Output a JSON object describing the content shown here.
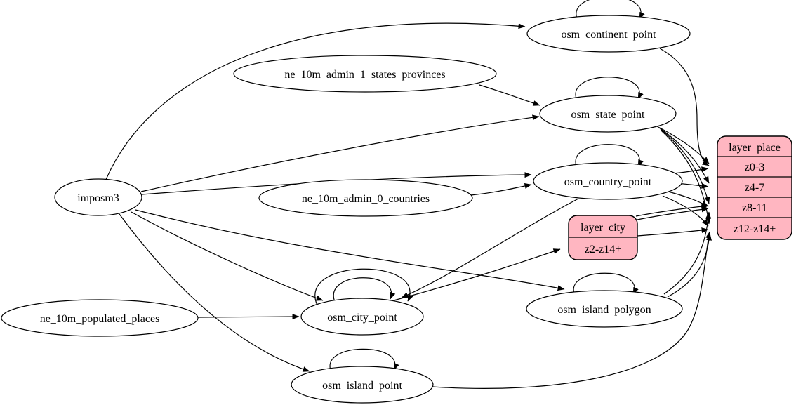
{
  "diagram": {
    "kind": "graphviz-flow-diagram",
    "background_color": "#ffffff",
    "edge_color": "#000000",
    "ellipse_fill": "#ffffff",
    "record_fill": "#ffb6c1",
    "border_color": "#000000"
  },
  "nodes": {
    "imposm3": {
      "label": "imposm3",
      "shape": "ellipse"
    },
    "ne_10m_admin_1_states_provinces": {
      "label": "ne_10m_admin_1_states_provinces",
      "shape": "ellipse"
    },
    "ne_10m_admin_0_countries": {
      "label": "ne_10m_admin_0_countries",
      "shape": "ellipse"
    },
    "ne_10m_populated_places": {
      "label": "ne_10m_populated_places",
      "shape": "ellipse"
    },
    "osm_continent_point": {
      "label": "osm_continent_point",
      "shape": "ellipse",
      "self_loop": true
    },
    "osm_state_point": {
      "label": "osm_state_point",
      "shape": "ellipse",
      "self_loop": true
    },
    "osm_country_point": {
      "label": "osm_country_point",
      "shape": "ellipse",
      "self_loop": true
    },
    "osm_city_point": {
      "label": "osm_city_point",
      "shape": "ellipse",
      "self_loop": true,
      "self_loop_count": 2
    },
    "osm_island_polygon": {
      "label": "osm_island_polygon",
      "shape": "ellipse",
      "self_loop": true
    },
    "osm_island_point": {
      "label": "osm_island_point",
      "shape": "ellipse",
      "self_loop": true
    },
    "layer_city": {
      "label": "layer_city",
      "shape": "record",
      "rows": [
        "z2-z14+"
      ]
    },
    "layer_place": {
      "label": "layer_place",
      "shape": "record",
      "rows": [
        "z0-3",
        "z4-7",
        "z8-11",
        "z12-z14+"
      ]
    }
  },
  "edges": [
    {
      "from": "imposm3",
      "to": "osm_continent_point"
    },
    {
      "from": "imposm3",
      "to": "osm_state_point"
    },
    {
      "from": "imposm3",
      "to": "osm_country_point"
    },
    {
      "from": "imposm3",
      "to": "osm_city_point"
    },
    {
      "from": "imposm3",
      "to": "osm_island_polygon"
    },
    {
      "from": "imposm3",
      "to": "osm_island_point"
    },
    {
      "from": "ne_10m_admin_1_states_provinces",
      "to": "osm_state_point"
    },
    {
      "from": "ne_10m_admin_0_countries",
      "to": "osm_country_point"
    },
    {
      "from": "ne_10m_populated_places",
      "to": "osm_city_point"
    },
    {
      "from": "osm_continent_point",
      "to": "osm_continent_point"
    },
    {
      "from": "osm_state_point",
      "to": "osm_state_point"
    },
    {
      "from": "osm_country_point",
      "to": "osm_country_point"
    },
    {
      "from": "osm_city_point",
      "to": "osm_city_point"
    },
    {
      "from": "osm_city_point",
      "to": "osm_city_point"
    },
    {
      "from": "osm_island_polygon",
      "to": "osm_island_polygon"
    },
    {
      "from": "osm_island_point",
      "to": "osm_island_point"
    },
    {
      "from": "osm_country_point",
      "to": "osm_city_point"
    },
    {
      "from": "osm_city_point",
      "to": "layer_city:z2-z14+"
    },
    {
      "from": "osm_continent_point",
      "to": "layer_place:z0-3"
    },
    {
      "from": "osm_state_point",
      "to": "layer_place:z0-3"
    },
    {
      "from": "osm_state_point",
      "to": "layer_place:z4-7"
    },
    {
      "from": "osm_state_point",
      "to": "layer_place:z8-11"
    },
    {
      "from": "osm_state_point",
      "to": "layer_place:z12-z14+"
    },
    {
      "from": "osm_country_point",
      "to": "layer_place:z0-3"
    },
    {
      "from": "osm_country_point",
      "to": "layer_place:z4-7"
    },
    {
      "from": "osm_country_point",
      "to": "layer_place:z8-11"
    },
    {
      "from": "osm_country_point",
      "to": "layer_place:z12-z14+"
    },
    {
      "from": "layer_city",
      "to": "layer_place:z8-11"
    },
    {
      "from": "layer_city",
      "to": "layer_place:z8-11"
    },
    {
      "from": "layer_city",
      "to": "layer_place:z12-z14+"
    },
    {
      "from": "osm_island_polygon",
      "to": "layer_place:z8-11"
    },
    {
      "from": "osm_island_polygon",
      "to": "layer_place:z12-z14+"
    },
    {
      "from": "osm_island_point",
      "to": "layer_place:z12-z14+"
    }
  ]
}
